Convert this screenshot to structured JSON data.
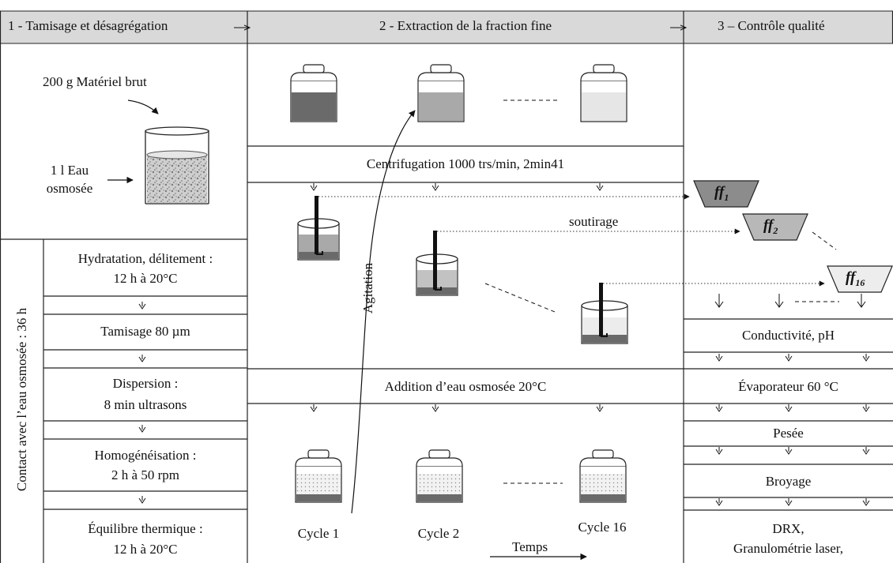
{
  "headers": {
    "col1": "1 - Tamisage et désagrégation",
    "col2": "2 - Extraction de la fraction fine",
    "col3_num": "3",
    "col3_rest": "– Contrôle qualité"
  },
  "col1": {
    "raw_material": "200 g Matériel brut",
    "water_line1": "1 l Eau",
    "water_line2": "osmosée",
    "contact_label": "Contact avec l’eau osmosée : 36 h",
    "steps": [
      {
        "line1": "Hydratation, délitement :",
        "line2": "12 h à 20°C"
      },
      {
        "line1": "Tamisage 80 µm",
        "line2": ""
      },
      {
        "line1": "Dispersion :",
        "line2": "8 min ultrasons"
      },
      {
        "line1": "Homogénéisation :",
        "line2": "2 h à 50 rpm"
      },
      {
        "line1": "Équilibre thermique :",
        "line2": "12 h à 20°C"
      }
    ]
  },
  "col2": {
    "centrifugation": "Centrifugation 1000 trs/min, 2min41",
    "soutirage": "soutirage",
    "agitation": "Agitation",
    "addition": "Addition d’eau osmosée 20°C",
    "cycles": [
      "Cycle 1",
      "Cycle 2",
      "Cycle 16"
    ],
    "temps": "Temps"
  },
  "col3": {
    "ff": [
      {
        "base": "ff",
        "sub": "1"
      },
      {
        "base": "ff",
        "sub": "2"
      },
      {
        "base": "ff",
        "sub": "16"
      }
    ],
    "steps": [
      "Conductivité, pH",
      "Évaporateur 60 °C",
      "Pesée",
      "Broyage"
    ],
    "final_line1": "DRX,",
    "final_line2": "Granulométrie laser,"
  },
  "colors": {
    "header_bg": "#d9d9d9",
    "dark_liquid": "#6a6a6a",
    "mid_liquid": "#a9a9a9",
    "light_liquid": "#d9d9d9",
    "very_light_liquid": "#ececec",
    "line": "#222222"
  }
}
